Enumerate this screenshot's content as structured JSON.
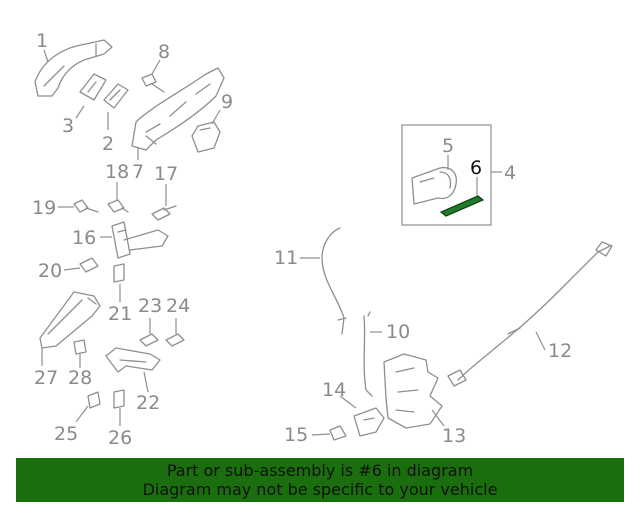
{
  "diagram": {
    "callouts": [
      {
        "id": "1",
        "text": "1"
      },
      {
        "id": "2",
        "text": "2"
      },
      {
        "id": "3",
        "text": "3"
      },
      {
        "id": "4",
        "text": "4"
      },
      {
        "id": "5",
        "text": "5"
      },
      {
        "id": "6",
        "text": "6"
      },
      {
        "id": "7",
        "text": "7"
      },
      {
        "id": "8",
        "text": "8"
      },
      {
        "id": "9",
        "text": "9"
      },
      {
        "id": "10",
        "text": "10"
      },
      {
        "id": "11",
        "text": "11"
      },
      {
        "id": "12",
        "text": "12"
      },
      {
        "id": "13",
        "text": "13"
      },
      {
        "id": "14",
        "text": "14"
      },
      {
        "id": "15",
        "text": "15"
      },
      {
        "id": "16",
        "text": "16"
      },
      {
        "id": "17",
        "text": "17"
      },
      {
        "id": "18",
        "text": "18"
      },
      {
        "id": "19",
        "text": "19"
      },
      {
        "id": "20",
        "text": "20"
      },
      {
        "id": "21",
        "text": "21"
      },
      {
        "id": "22",
        "text": "22"
      },
      {
        "id": "23",
        "text": "23"
      },
      {
        "id": "24",
        "text": "24"
      },
      {
        "id": "25",
        "text": "25"
      },
      {
        "id": "26",
        "text": "26"
      },
      {
        "id": "27",
        "text": "27"
      },
      {
        "id": "28",
        "text": "28"
      }
    ],
    "highlighted_part": "6",
    "highlight_color": "#1f7a2a"
  },
  "footer": {
    "line1": "Part or sub-assembly is #6 in diagram",
    "line2": "Diagram may not be specific to your vehicle",
    "background": "#1a6e0d"
  }
}
